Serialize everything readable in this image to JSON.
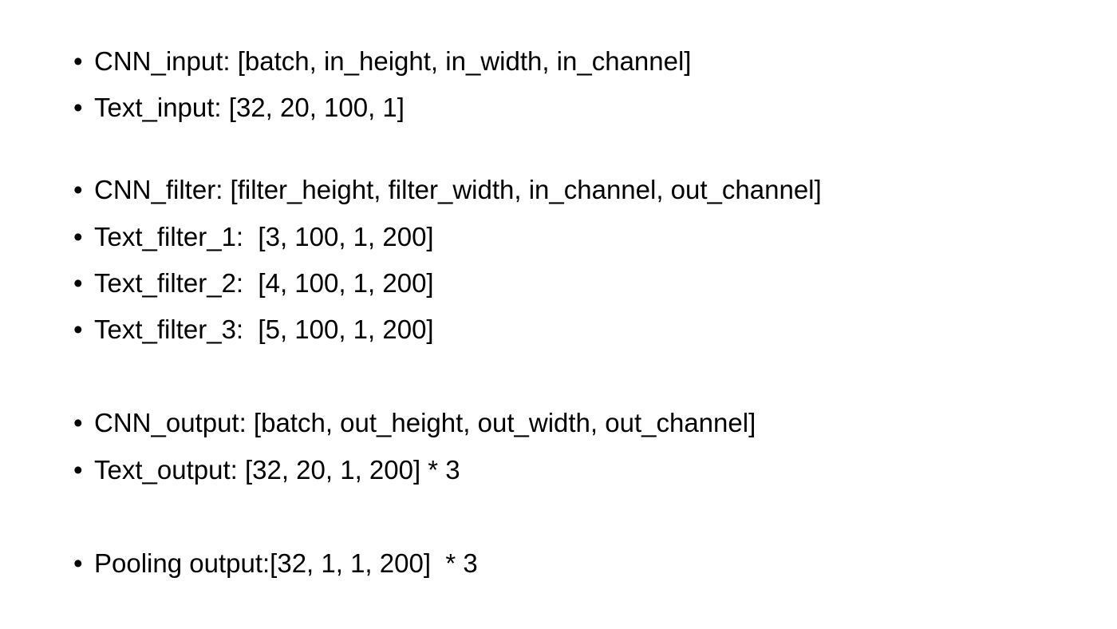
{
  "slide": {
    "bullet_symbol": "•",
    "lines": [
      {
        "text": "CNN_input: [batch, in_height, in_width, in_channel]"
      },
      {
        "text": "Text_input: [32, 20, 100, 1]"
      },
      {
        "text": "CNN_filter: [filter_height, filter_width, in_channel, out_channel]"
      },
      {
        "text": "Text_filter_1:  [3, 100, 1, 200]"
      },
      {
        "text": "Text_filter_2:  [4, 100, 1, 200]"
      },
      {
        "text": "Text_filter_3:  [5, 100, 1, 200]"
      },
      {
        "text": "CNN_output: [batch, out_height, out_width, out_channel]"
      },
      {
        "text": "Text_output: [32, 20, 1, 200] * 3"
      },
      {
        "text": "Pooling output:[32, 1, 1, 200]  * 3"
      }
    ]
  }
}
